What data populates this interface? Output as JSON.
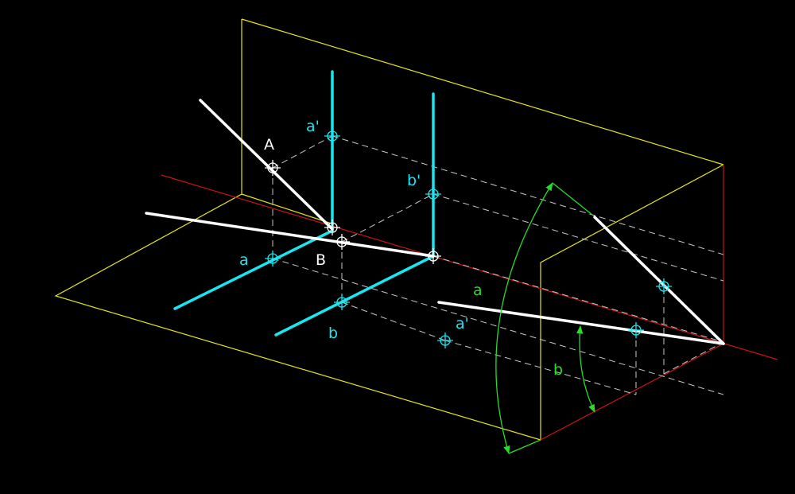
{
  "labels": {
    "point_A": "A",
    "point_B": "B",
    "proj_a_prime": "a'",
    "proj_b_prime": "b'",
    "proj_a": "a",
    "proj_b": "b",
    "angle_a": "a",
    "angle_a_prime": "a'",
    "angle_b": "b"
  },
  "colors": {
    "background": "#000000",
    "plane_outline": "#e6e619",
    "axis": "#c81414",
    "line_white": "#ffffff",
    "projection_cyan": "#19e6f0",
    "construction_dash": "#c8c8c8",
    "angle_green": "#28dc28",
    "label_white": "#ffffff",
    "label_cyan": "#19e6f0",
    "label_green": "#28dc28"
  }
}
